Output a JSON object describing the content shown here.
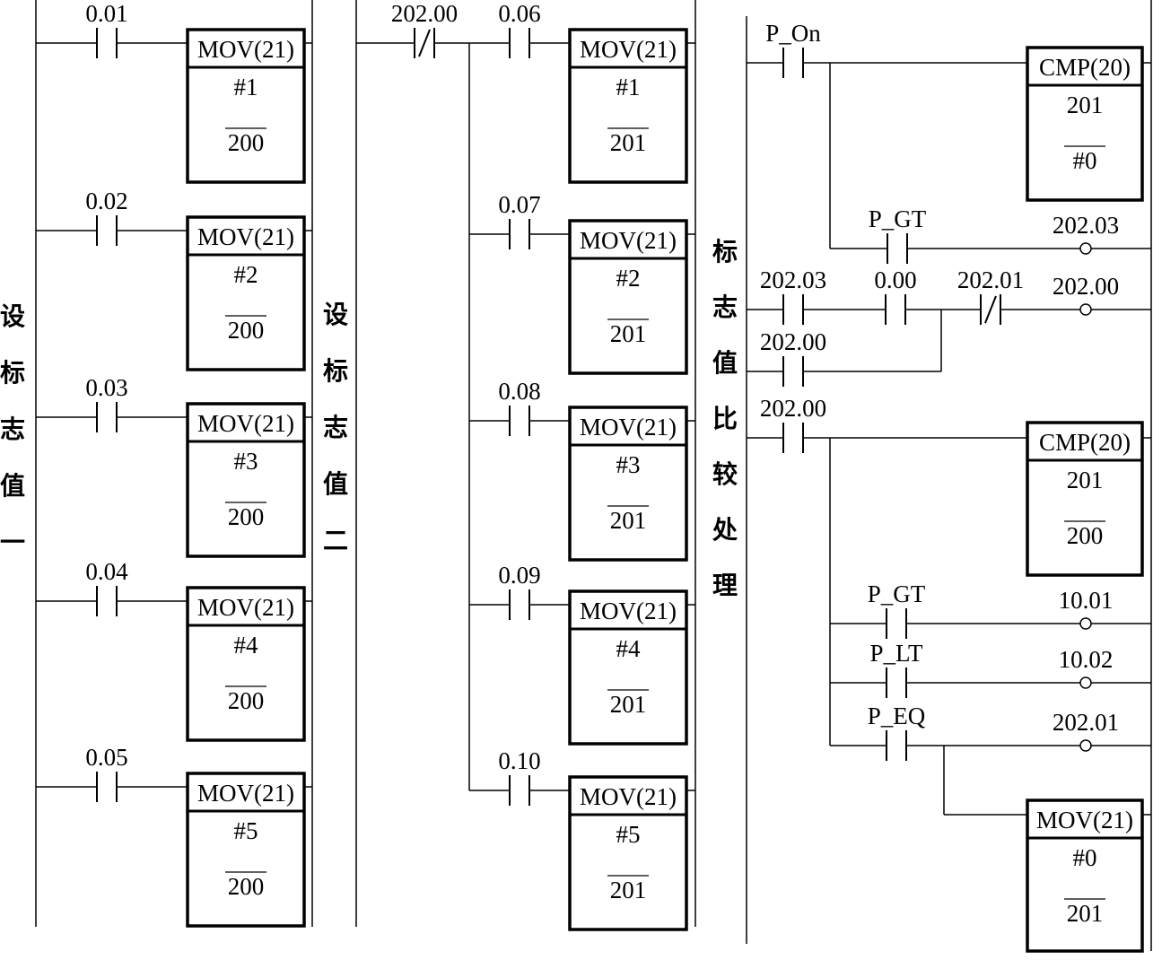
{
  "diagram": {
    "type": "ladder-logic",
    "section_labels": [
      {
        "id": "set-flag-value-1",
        "chars": [
          "设",
          "标",
          "志",
          "值",
          "一"
        ]
      },
      {
        "id": "set-flag-value-2",
        "chars": [
          "设",
          "标",
          "志",
          "值",
          "二"
        ]
      },
      {
        "id": "flag-value-compare",
        "chars": [
          "标",
          "志",
          "值",
          "比",
          "较",
          "处",
          "理"
        ]
      }
    ],
    "section1": {
      "rungs": [
        {
          "contact": "0.01",
          "instr": "MOV(21)",
          "src": "#1",
          "dst": "200"
        },
        {
          "contact": "0.02",
          "instr": "MOV(21)",
          "src": "#2",
          "dst": "200"
        },
        {
          "contact": "0.03",
          "instr": "MOV(21)",
          "src": "#3",
          "dst": "200"
        },
        {
          "contact": "0.04",
          "instr": "MOV(21)",
          "src": "#4",
          "dst": "200"
        },
        {
          "contact": "0.05",
          "instr": "MOV(21)",
          "src": "#5",
          "dst": "200"
        }
      ]
    },
    "section2": {
      "series_contact": {
        "label": "202.00",
        "type": "NC"
      },
      "rungs": [
        {
          "contact": "0.06",
          "instr": "MOV(21)",
          "src": "#1",
          "dst": "201"
        },
        {
          "contact": "0.07",
          "instr": "MOV(21)",
          "src": "#2",
          "dst": "201"
        },
        {
          "contact": "0.08",
          "instr": "MOV(21)",
          "src": "#3",
          "dst": "201"
        },
        {
          "contact": "0.09",
          "instr": "MOV(21)",
          "src": "#4",
          "dst": "201"
        },
        {
          "contact": "0.10",
          "instr": "MOV(21)",
          "src": "#5",
          "dst": "201"
        }
      ]
    },
    "section3": {
      "rung1": {
        "contact": "P_On",
        "cmp": {
          "instr": "CMP(20)",
          "op1": "201",
          "op2": "#0"
        },
        "branch_contact": "P_GT",
        "coil": "202.03"
      },
      "rung2": {
        "contacts": [
          "202.03",
          "0.00"
        ],
        "parallel_contact": "202.00",
        "nc_contact": "202.01",
        "coil": "202.00"
      },
      "rung3": {
        "contact": "202.00",
        "cmp": {
          "instr": "CMP(20)",
          "op1": "201",
          "op2": "200"
        },
        "branches": [
          {
            "contact": "P_GT",
            "coil": "10.01"
          },
          {
            "contact": "P_LT",
            "coil": "10.02"
          },
          {
            "contact": "P_EQ",
            "coil": "202.01"
          }
        ],
        "mov": {
          "instr": "MOV(21)",
          "src": "#0",
          "dst": "201"
        }
      }
    }
  }
}
